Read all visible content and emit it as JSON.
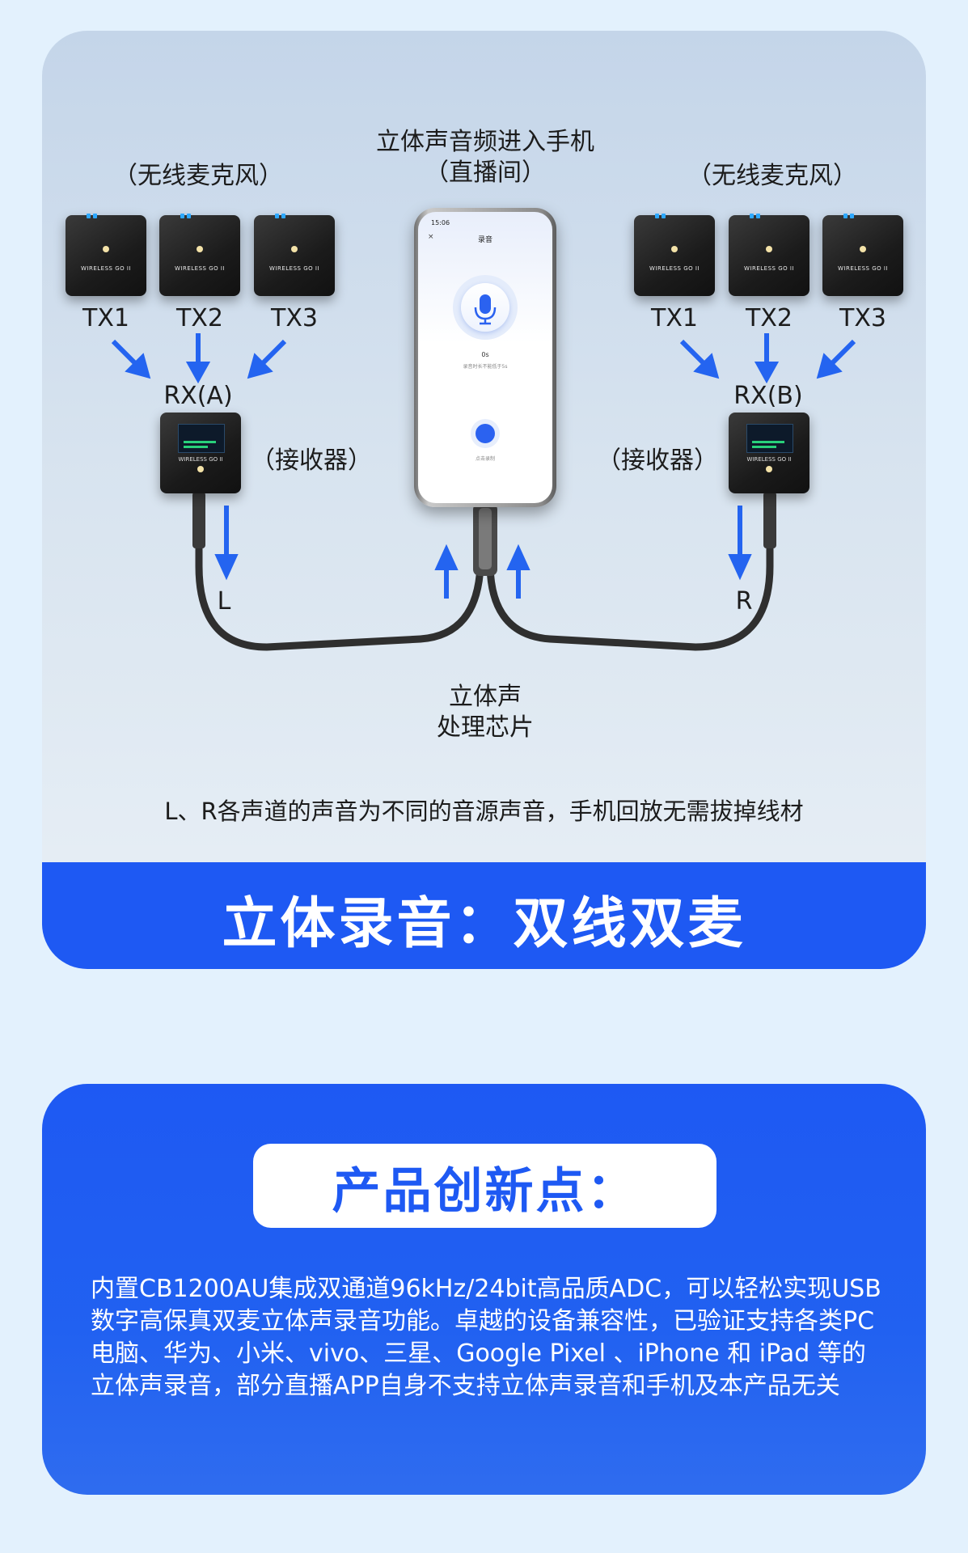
{
  "top": {
    "phone_caption_1": "立体声音频进入手机",
    "phone_caption_2": "（直播间）",
    "left_mics_label": "（无线麦克风）",
    "right_mics_label": "（无线麦克风）",
    "tx_labels": [
      "TX1",
      "TX2",
      "TX3"
    ],
    "rx_a": "RX(A)",
    "rx_b": "RX(B)",
    "receiver_label": "（接收器）",
    "channel_l": "L",
    "channel_r": "R",
    "chip_label_1": "立体声",
    "chip_label_2": "处理芯片",
    "note": "L、R各声道的声音为不同的音源声音，手机回放无需拔掉线材",
    "banner": "立体录音：双线双麦",
    "device_brand": "WIRELESS GO II",
    "phone_screen": {
      "time": "15:06",
      "close": "×",
      "title": "录音",
      "seconds": "0s",
      "hint": "录音时长不能低于5s",
      "rec_hint": "点击录制"
    }
  },
  "bottom": {
    "title": "产品创新点：",
    "description": "内置CB1200AU集成双通道96kHz/24bit高品质ADC，可以轻松实现USB数字高保真双麦立体声录音功能。卓越的设备兼容性，已验证支持各类PC电脑、华为、小米、vivo、三星、Google Pixel 、iPhone 和 iPad 等的立体声录音，部分直播APP自身不支持立体声录音和手机及本产品无关"
  },
  "colors": {
    "accent_blue": "#1e59f3",
    "arrow_blue": "#2464f0",
    "page_bg": "#e3f1fd"
  }
}
